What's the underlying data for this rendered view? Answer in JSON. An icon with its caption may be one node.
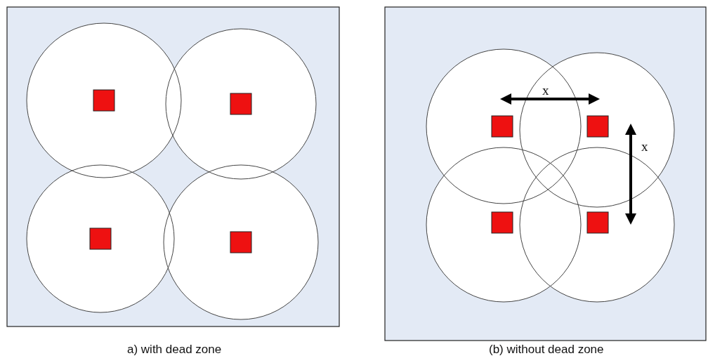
{
  "diagram": {
    "labels": [
      "x",
      "x",
      "a) with dead zone",
      "(b) without dead zone"
    ]
  }
}
